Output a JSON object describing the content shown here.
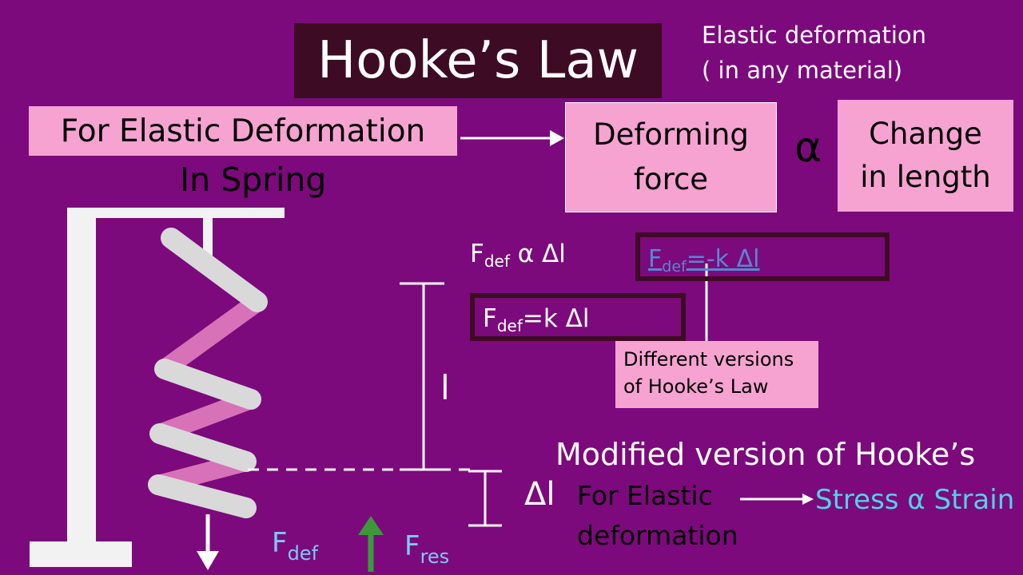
{
  "title": "Hooke’s Law",
  "note": {
    "line1": "Elastic deformation",
    "line2": "( in any material)"
  },
  "elastic_box": "For Elastic Deformation",
  "spring_heading": "In Spring",
  "deforming": {
    "line1": "Deforming",
    "line2": "force"
  },
  "alpha_symbol": "α",
  "change": {
    "line1": "Change",
    "line2": "in length"
  },
  "formulas": {
    "proportional": {
      "F": "F",
      "sub": "def",
      "rest": " α Δl"
    },
    "negative": {
      "F": "F",
      "sub": "def",
      "rest": "=-k Δl"
    },
    "positive": {
      "F": "F",
      "sub": "def",
      "rest": "=k Δl"
    }
  },
  "versions_label": {
    "line1": "Different versions",
    "line2": "of Hooke’s Law"
  },
  "modified_heading": "Modified version of Hooke’s",
  "elastic_deformation": {
    "line1": "For Elastic",
    "line2": "deformation"
  },
  "stress_strain": "Stress α Strain",
  "length_label": "l",
  "delta_label": "Δl",
  "forces": {
    "def": {
      "F": "F",
      "sub": "def"
    },
    "res": {
      "F": "F",
      "sub": "res"
    }
  },
  "colors": {
    "background": "#7c0a7c",
    "pink_box": "#f6a3d2",
    "title_box": "#3e0b25",
    "spring_coil": "#d9d9d9",
    "spring_back": "#d872b8",
    "stress_text": "#4fd2e8",
    "force_arrow_up": "#3a9a3a"
  }
}
